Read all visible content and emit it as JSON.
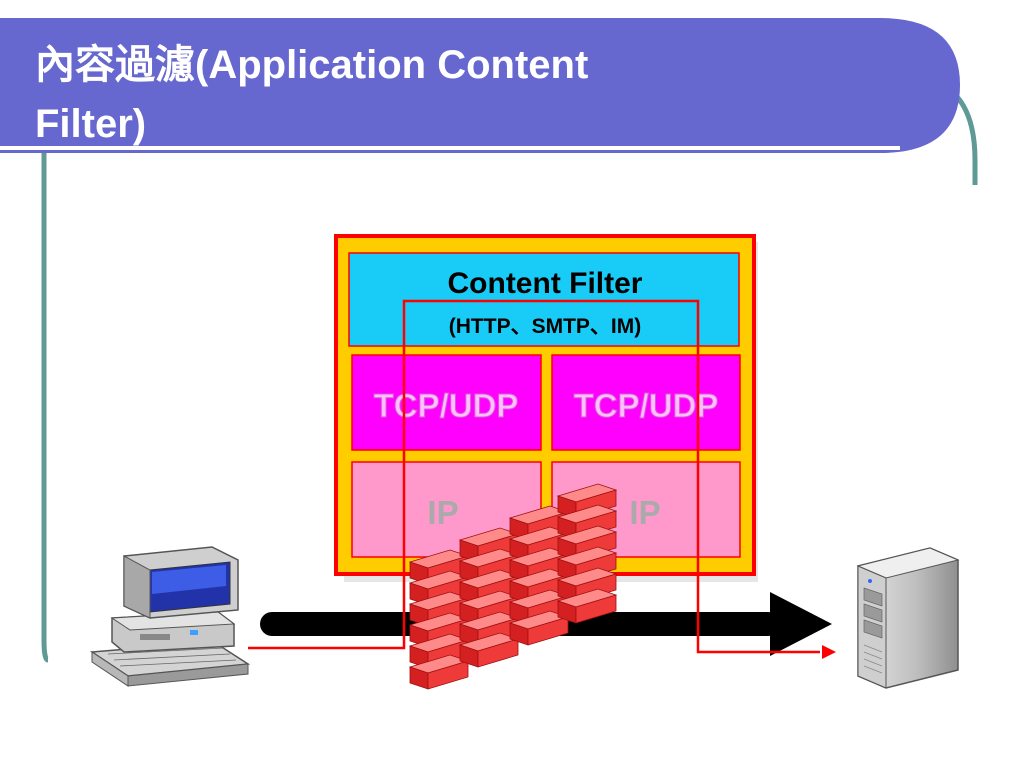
{
  "slide": {
    "title_line_1": "內容過濾(Application Content",
    "title_line_2": "Filter)"
  },
  "diagram": {
    "content_filter": {
      "label": "Content Filter",
      "protocols": "(HTTP、SMTP、IM)"
    },
    "tcp_udp_left": "TCP/UDP",
    "tcp_udp_right": "TCP/UDP",
    "ip_left": "IP",
    "ip_right": "IP"
  },
  "colors": {
    "title_bar": "#6667cf",
    "frame_line": "#5f9a97",
    "stack_border": "#ff0000",
    "stack_fill": "#ffcc00",
    "content_filter": "#19ccf7",
    "tcp_udp": "#ff00ff",
    "ip": "#ff99cc",
    "flow_arrow": "#000000",
    "packet_path": "#ff0000",
    "firewall": "#ee3333"
  },
  "icons": [
    "desktop-computer-icon",
    "firewall-brick-wall-icon",
    "server-tower-icon"
  ]
}
